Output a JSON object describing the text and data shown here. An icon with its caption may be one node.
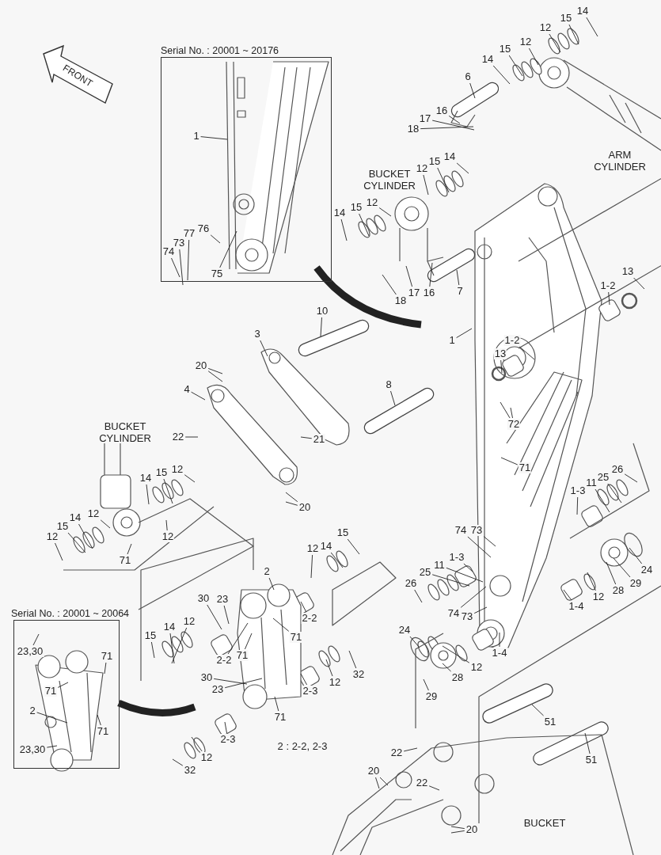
{
  "diagram": {
    "nodes": [
      {
        "text": [
          "Serial No. : 20001 ~ 20176"
        ]
      },
      {
        "text": [
          "1"
        ],
        "in": 0
      },
      {
        "text": [
          "77"
        ],
        "in": 0
      },
      {
        "text": [
          "76"
        ],
        "in": 0
      },
      {
        "text": [
          "73"
        ],
        "in": 0
      },
      {
        "text": [
          "74"
        ],
        "in": 0
      },
      {
        "text": [
          "75"
        ],
        "in": 0
      },
      {
        "text": [
          "14"
        ]
      },
      {
        "text": [
          "15"
        ]
      },
      {
        "text": [
          "12"
        ]
      },
      {
        "text": [
          "12"
        ]
      },
      {
        "text": [
          "15"
        ]
      },
      {
        "text": [
          "14"
        ]
      },
      {
        "text": [
          "6"
        ]
      },
      {
        "text": [
          "16"
        ]
      },
      {
        "text": [
          "17"
        ]
      },
      {
        "text": [
          "18"
        ]
      },
      {
        "text": [
          "14"
        ]
      },
      {
        "text": [
          "15"
        ]
      },
      {
        "text": [
          "12"
        ]
      },
      {
        "text": [
          "12"
        ]
      },
      {
        "text": [
          "15"
        ]
      },
      {
        "text": [
          "14"
        ]
      },
      {
        "text": [
          "13"
        ]
      },
      {
        "text": [
          "1-2"
        ]
      },
      {
        "text": [
          "7"
        ]
      },
      {
        "text": [
          "16"
        ]
      },
      {
        "text": [
          "17"
        ]
      },
      {
        "text": [
          "18"
        ]
      },
      {
        "text": [
          "10"
        ]
      },
      {
        "text": [
          "3"
        ]
      },
      {
        "text": [
          "1"
        ]
      },
      {
        "text": [
          "1-2"
        ]
      },
      {
        "text": [
          "13"
        ]
      },
      {
        "text": [
          "20"
        ]
      },
      {
        "text": [
          "8"
        ]
      },
      {
        "text": [
          "4"
        ]
      },
      {
        "text": [
          "72"
        ]
      },
      {
        "text": [
          "22"
        ]
      },
      {
        "text": [
          "21"
        ]
      },
      {
        "text": [
          "71"
        ]
      },
      {
        "text": [
          "26"
        ]
      },
      {
        "text": [
          "15"
        ]
      },
      {
        "text": [
          "12"
        ]
      },
      {
        "text": [
          "25"
        ]
      },
      {
        "text": [
          "14"
        ]
      },
      {
        "text": [
          "11"
        ]
      },
      {
        "text": [
          "1-3"
        ]
      },
      {
        "text": [
          "20"
        ]
      },
      {
        "text": [
          "12"
        ]
      },
      {
        "text": [
          "14"
        ]
      },
      {
        "text": [
          "15"
        ]
      },
      {
        "text": [
          "74"
        ]
      },
      {
        "text": [
          "73"
        ]
      },
      {
        "text": [
          "15"
        ]
      },
      {
        "text": [
          "12"
        ]
      },
      {
        "text": [
          "12"
        ]
      },
      {
        "text": [
          "14"
        ]
      },
      {
        "text": [
          "12"
        ]
      },
      {
        "text": [
          "1-3"
        ]
      },
      {
        "text": [
          "71"
        ]
      },
      {
        "text": [
          "11"
        ]
      },
      {
        "text": [
          "24"
        ]
      },
      {
        "text": [
          "2"
        ]
      },
      {
        "text": [
          "25"
        ]
      },
      {
        "text": [
          "29"
        ]
      },
      {
        "text": [
          "26"
        ]
      },
      {
        "text": [
          "28"
        ]
      },
      {
        "text": [
          "12"
        ]
      },
      {
        "text": [
          "30"
        ]
      },
      {
        "text": [
          "23"
        ]
      },
      {
        "text": [
          "1-4"
        ]
      },
      {
        "text": [
          "74"
        ]
      },
      {
        "text": [
          "73"
        ]
      },
      {
        "text": [
          "2-2"
        ]
      },
      {
        "text": [
          "12"
        ]
      },
      {
        "text": [
          "14"
        ]
      },
      {
        "text": [
          "24"
        ]
      },
      {
        "text": [
          "15"
        ]
      },
      {
        "text": [
          "71"
        ]
      },
      {
        "text": [
          "1-4"
        ]
      },
      {
        "text": [
          "71"
        ]
      },
      {
        "text": [
          "2-2"
        ]
      },
      {
        "text": [
          "12"
        ]
      },
      {
        "text": [
          "32"
        ]
      },
      {
        "text": [
          "28"
        ]
      },
      {
        "text": [
          "30"
        ]
      },
      {
        "text": [
          "12"
        ]
      },
      {
        "text": [
          "23"
        ]
      },
      {
        "text": [
          "2-3"
        ]
      },
      {
        "text": [
          "29"
        ]
      },
      {
        "text": [
          "71"
        ]
      },
      {
        "text": [
          "51"
        ]
      },
      {
        "text": [
          "2-3"
        ]
      },
      {
        "text": [
          "22"
        ]
      },
      {
        "text": [
          "12"
        ]
      },
      {
        "text": [
          "51"
        ]
      },
      {
        "text": [
          "32"
        ]
      },
      {
        "text": [
          "20"
        ]
      },
      {
        "text": [
          "22"
        ]
      },
      {
        "text": [
          "20"
        ]
      },
      {
        "text": [
          "Serial No. : 20001 ~ 20064"
        ]
      },
      {
        "text": [
          "23,30"
        ],
        "in": 101
      },
      {
        "text": [
          "71"
        ],
        "in": 101
      },
      {
        "text": [
          "71"
        ],
        "in": 101
      },
      {
        "text": [
          "2"
        ],
        "in": 101
      },
      {
        "text": [
          "71"
        ],
        "in": 101
      },
      {
        "text": [
          "23,30"
        ],
        "in": 101
      }
    ],
    "edges": [
      {
        "from": 1,
        "to": null,
        "arrow": "none"
      },
      {
        "from": 2,
        "to": null,
        "arrow": "none"
      },
      {
        "from": 3,
        "to": null,
        "arrow": "none"
      },
      {
        "from": 4,
        "to": null,
        "arrow": "none"
      },
      {
        "from": 5,
        "to": null,
        "arrow": "none"
      },
      {
        "from": 6,
        "to": null,
        "arrow": "none"
      },
      {
        "from": 7,
        "to": null,
        "arrow": "none"
      },
      {
        "from": 8,
        "to": null,
        "arrow": "none"
      },
      {
        "from": 9,
        "to": null,
        "arrow": "none"
      },
      {
        "from": 10,
        "to": null,
        "arrow": "none"
      },
      {
        "from": 11,
        "to": null,
        "arrow": "none"
      },
      {
        "from": 12,
        "to": null,
        "arrow": "none"
      },
      {
        "from": 13,
        "to": null,
        "arrow": "none"
      },
      {
        "from": 14,
        "to": null,
        "arrow": "none"
      },
      {
        "from": 15,
        "to": null,
        "arrow": "none"
      },
      {
        "from": 16,
        "to": null,
        "arrow": "none"
      },
      {
        "from": 17,
        "to": null,
        "arrow": "none"
      },
      {
        "from": 18,
        "to": null,
        "arrow": "none"
      },
      {
        "from": 19,
        "to": null,
        "arrow": "none"
      },
      {
        "from": 20,
        "to": null,
        "arrow": "none"
      },
      {
        "from": 21,
        "to": null,
        "arrow": "none"
      },
      {
        "from": 22,
        "to": null,
        "arrow": "none"
      },
      {
        "from": 23,
        "to": null,
        "arrow": "none"
      },
      {
        "from": 24,
        "to": null,
        "arrow": "none"
      },
      {
        "from": 25,
        "to": null,
        "arrow": "none"
      },
      {
        "from": 26,
        "to": null,
        "arrow": "none"
      },
      {
        "from": 27,
        "to": null,
        "arrow": "none"
      },
      {
        "from": 28,
        "to": null,
        "arrow": "none"
      },
      {
        "from": 29,
        "to": null,
        "arrow": "none"
      },
      {
        "from": 30,
        "to": null,
        "arrow": "none"
      },
      {
        "from": 31,
        "to": null,
        "arrow": "none"
      },
      {
        "from": 32,
        "to": null,
        "arrow": "none"
      },
      {
        "from": 33,
        "to": null,
        "arrow": "none"
      },
      {
        "from": 34,
        "to": null,
        "arrow": "none"
      },
      {
        "from": 34,
        "to": null,
        "arrow": "none"
      },
      {
        "from": 35,
        "to": null,
        "arrow": "none"
      },
      {
        "from": 36,
        "to": null,
        "arrow": "none"
      },
      {
        "from": 37,
        "to": null,
        "arrow": "none"
      },
      {
        "from": 37,
        "to": null,
        "arrow": "none"
      },
      {
        "from": 38,
        "to": null,
        "arrow": "none"
      },
      {
        "from": 39,
        "to": null,
        "arrow": "none"
      },
      {
        "from": 40,
        "to": null,
        "arrow": "none"
      },
      {
        "from": 41,
        "to": null,
        "arrow": "none"
      },
      {
        "from": 42,
        "to": null,
        "arrow": "none"
      },
      {
        "from": 43,
        "to": null,
        "arrow": "none"
      },
      {
        "from": 44,
        "to": null,
        "arrow": "none"
      },
      {
        "from": 45,
        "to": null,
        "arrow": "none"
      },
      {
        "from": 46,
        "to": null,
        "arrow": "none"
      },
      {
        "from": 47,
        "to": null,
        "arrow": "none"
      },
      {
        "from": 48,
        "to": null,
        "arrow": "none"
      },
      {
        "from": 48,
        "to": null,
        "arrow": "none"
      },
      {
        "from": 49,
        "to": null,
        "arrow": "none"
      },
      {
        "from": 50,
        "to": null,
        "arrow": "none"
      },
      {
        "from": 51,
        "to": null,
        "arrow": "none"
      },
      {
        "from": 52,
        "to": null,
        "arrow": "none"
      },
      {
        "from": 53,
        "to": null,
        "arrow": "none"
      },
      {
        "from": 54,
        "to": null,
        "arrow": "none"
      },
      {
        "from": 55,
        "to": null,
        "arrow": "none"
      },
      {
        "from": 56,
        "to": null,
        "arrow": "none"
      },
      {
        "from": 57,
        "to": null,
        "arrow": "none"
      },
      {
        "from": 58,
        "to": null,
        "arrow": "none"
      },
      {
        "from": 59,
        "to": null,
        "arrow": "none"
      },
      {
        "from": 60,
        "to": null,
        "arrow": "none"
      },
      {
        "from": 61,
        "to": null,
        "arrow": "none"
      },
      {
        "from": 62,
        "to": null,
        "arrow": "none"
      },
      {
        "from": 63,
        "to": null,
        "arrow": "none"
      },
      {
        "from": 64,
        "to": null,
        "arrow": "none"
      },
      {
        "from": 65,
        "to": null,
        "arrow": "none"
      },
      {
        "from": 66,
        "to": null,
        "arrow": "none"
      },
      {
        "from": 67,
        "to": null,
        "arrow": "none"
      },
      {
        "from": 68,
        "to": null,
        "arrow": "none"
      },
      {
        "from": 69,
        "to": null,
        "arrow": "none"
      },
      {
        "from": 70,
        "to": null,
        "arrow": "none"
      },
      {
        "from": 71,
        "to": null,
        "arrow": "none"
      },
      {
        "from": 72,
        "to": null,
        "arrow": "none"
      },
      {
        "from": 73,
        "to": null,
        "arrow": "none"
      },
      {
        "from": 74,
        "to": null,
        "arrow": "none"
      },
      {
        "from": 75,
        "to": null,
        "arrow": "none"
      },
      {
        "from": 76,
        "to": null,
        "arrow": "none"
      },
      {
        "from": 77,
        "to": null,
        "arrow": "none"
      },
      {
        "from": 78,
        "to": null,
        "arrow": "none"
      },
      {
        "from": 79,
        "to": null,
        "arrow": "none"
      },
      {
        "from": 80,
        "to": null,
        "arrow": "none"
      },
      {
        "from": 81,
        "to": null,
        "arrow": "none"
      },
      {
        "from": 82,
        "to": null,
        "arrow": "none"
      },
      {
        "from": 83,
        "to": null,
        "arrow": "none"
      },
      {
        "from": 84,
        "to": null,
        "arrow": "none"
      },
      {
        "from": 85,
        "to": null,
        "arrow": "none"
      },
      {
        "from": 86,
        "to": null,
        "arrow": "none"
      },
      {
        "from": 87,
        "to": null,
        "arrow": "none"
      },
      {
        "from": 88,
        "to": null,
        "arrow": "none"
      },
      {
        "from": 89,
        "to": null,
        "arrow": "none"
      },
      {
        "from": 90,
        "to": null,
        "arrow": "none"
      },
      {
        "from": 91,
        "to": null,
        "arrow": "none"
      },
      {
        "from": 92,
        "to": null,
        "arrow": "none"
      },
      {
        "from": 93,
        "to": null,
        "arrow": "none"
      },
      {
        "from": 94,
        "to": null,
        "arrow": "none"
      },
      {
        "from": 95,
        "to": null,
        "arrow": "none"
      },
      {
        "from": 96,
        "to": null,
        "arrow": "none"
      },
      {
        "from": 97,
        "to": null,
        "arrow": "none"
      },
      {
        "from": 98,
        "to": null,
        "arrow": "none"
      },
      {
        "from": 98,
        "to": null,
        "arrow": "none"
      },
      {
        "from": 99,
        "to": null,
        "arrow": "none"
      },
      {
        "from": 100,
        "to": null,
        "arrow": "none"
      },
      {
        "from": 100,
        "to": null,
        "arrow": "none"
      },
      {
        "from": 102,
        "to": null,
        "arrow": "none"
      },
      {
        "from": 103,
        "to": null,
        "arrow": "none"
      },
      {
        "from": 104,
        "to": null,
        "arrow": "none"
      },
      {
        "from": 105,
        "to": null,
        "arrow": "none"
      },
      {
        "from": 106,
        "to": null,
        "arrow": "none"
      },
      {
        "from": 107,
        "to": null,
        "arrow": "none"
      },
      {
        "from": 0,
        "to": null,
        "arrow": "none",
        "style": "thick"
      },
      {
        "from": 101,
        "to": null,
        "arrow": "none",
        "style": "thick"
      }
    ],
    "labels": [
      "FRONT",
      "ARM CYLINDER",
      "BUCKET CYLINDER",
      "BUCKET CYLINDER",
      "2 : 2-2, 2-3",
      "BUCKET"
    ]
  }
}
